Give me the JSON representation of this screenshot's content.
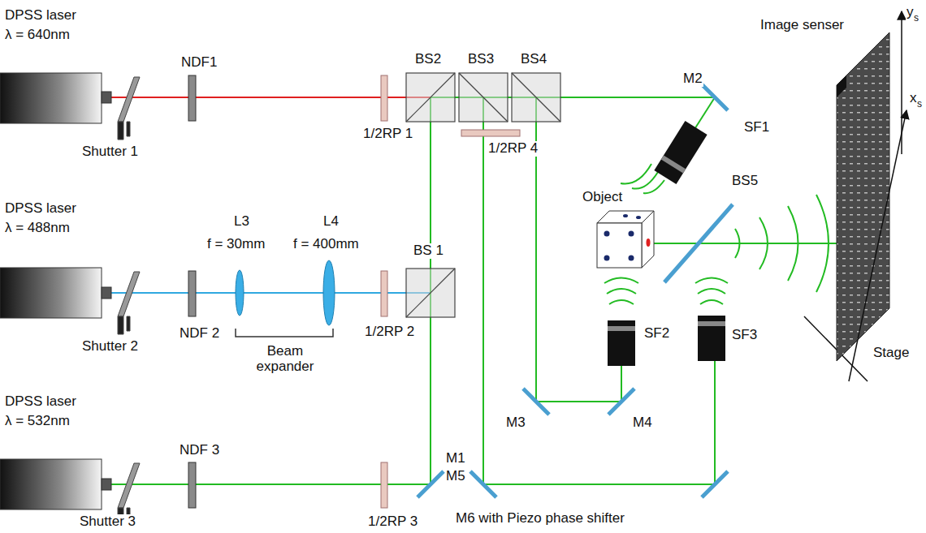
{
  "diagram": {
    "labels": [
      "DPSS laser",
      "λ = 640nm",
      "Shutter 1",
      "NDF1",
      "1/2RP 1",
      "BS2",
      "BS3",
      "BS4",
      "M2",
      "SF1",
      "Image senser",
      "y",
      "s",
      "x",
      "s",
      "1/2RP 4",
      "Object",
      "BS5",
      "DPSS laser",
      "λ = 488nm",
      "L3",
      "L4",
      "f = 30mm",
      "f = 400mm",
      "BS 1",
      "Shutter 2",
      "NDF 2",
      "Beam expander",
      "1/2RP 2",
      "SF2",
      "SF3",
      "Stage",
      "DPSS laser",
      "λ = 532nm",
      "NDF 3",
      "1/2RP 3",
      "M1",
      "Shutter 3",
      "M5",
      "M3",
      "M4",
      "M6 with Piezo phase shifter"
    ]
  }
}
